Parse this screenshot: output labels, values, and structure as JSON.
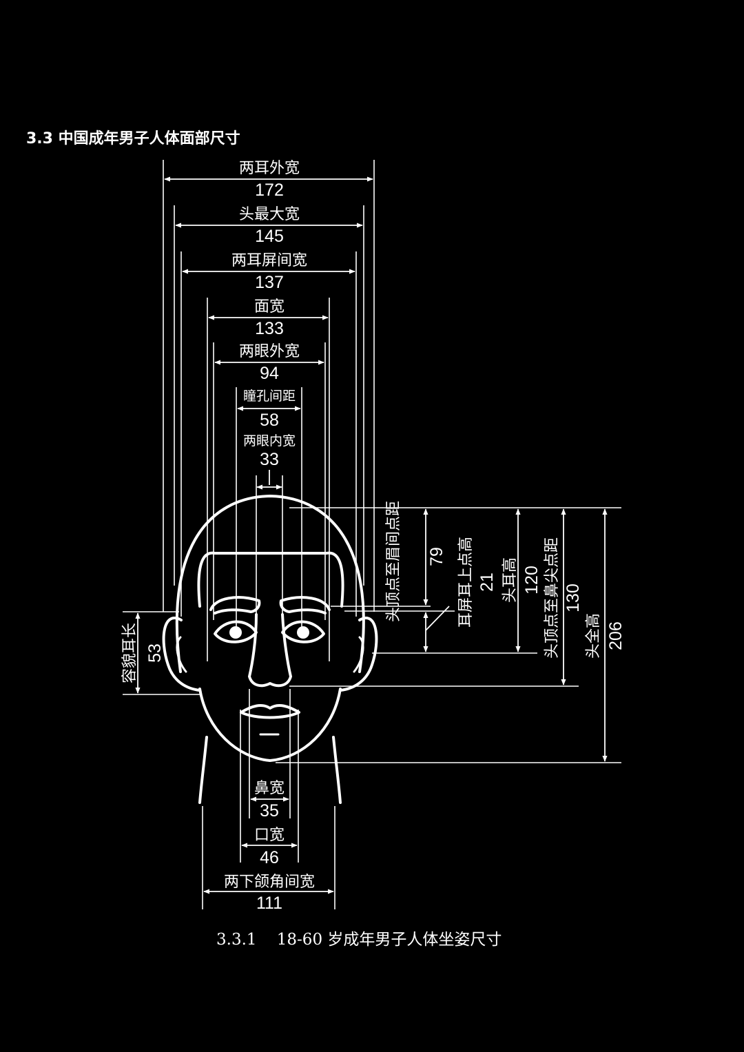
{
  "title": "3.3 中国成年男子人体面部尺寸",
  "caption": "3.3.1    18-60 岁成年男子人体坐姿尺寸",
  "horizontal_dimensions": [
    {
      "label": "两耳外宽",
      "value": "172"
    },
    {
      "label": "头最大宽",
      "value": "145"
    },
    {
      "label": "两耳屏间宽",
      "value": "137"
    },
    {
      "label": "面宽",
      "value": "133"
    },
    {
      "label": "两眼外宽",
      "value": "94"
    },
    {
      "label": "瞳孔间距",
      "value": "58"
    },
    {
      "label": "两眼内宽",
      "value": "33"
    },
    {
      "label": "鼻宽",
      "value": "35"
    },
    {
      "label": "口宽",
      "value": "46"
    },
    {
      "label": "两下颌角间宽",
      "value": "111"
    }
  ],
  "vertical_dimensions": [
    {
      "label": "容貌耳长",
      "value": "53"
    },
    {
      "label": "头顶点至眉间点距",
      "value": "79"
    },
    {
      "label": "耳屏耳上点高",
      "value": "21"
    },
    {
      "label": "头耳高",
      "value": "120"
    },
    {
      "label": "头顶点至鼻尖点距",
      "value": "130"
    },
    {
      "label": "头全高",
      "value": "206"
    }
  ]
}
